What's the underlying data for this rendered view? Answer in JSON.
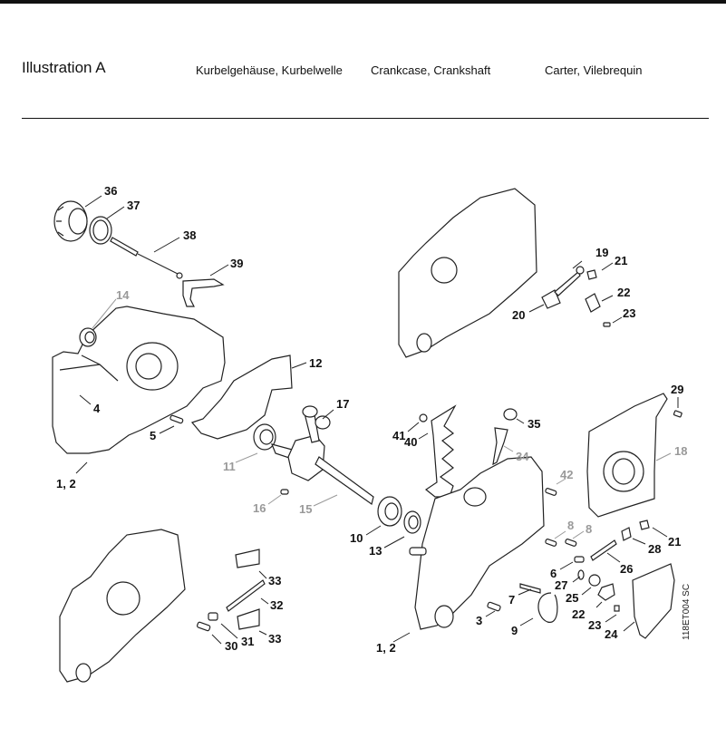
{
  "header": {
    "title": "Illustration  A",
    "german": "Kurbelgehäuse, Kurbelwelle",
    "english": "Crankcase, Crankshaft",
    "french": "Carter, Vilebrequin"
  },
  "drawing_code": "118ET004 SC",
  "callouts": [
    {
      "id": "36",
      "text": "36",
      "gray": false
    },
    {
      "id": "37",
      "text": "37",
      "gray": false
    },
    {
      "id": "38",
      "text": "38",
      "gray": false
    },
    {
      "id": "39",
      "text": "39",
      "gray": false
    },
    {
      "id": "14",
      "text": "14",
      "gray": true
    },
    {
      "id": "12",
      "text": "12",
      "gray": false
    },
    {
      "id": "4",
      "text": "4",
      "gray": false
    },
    {
      "id": "5",
      "text": "5",
      "gray": false
    },
    {
      "id": "17",
      "text": "17",
      "gray": false
    },
    {
      "id": "11",
      "text": "11",
      "gray": true
    },
    {
      "id": "1-2-left",
      "text": "1, 2",
      "gray": false
    },
    {
      "id": "16",
      "text": "16",
      "gray": true
    },
    {
      "id": "15",
      "text": "15",
      "gray": true
    },
    {
      "id": "10",
      "text": "10",
      "gray": false
    },
    {
      "id": "13",
      "text": "13",
      "gray": false
    },
    {
      "id": "41",
      "text": "41",
      "gray": false
    },
    {
      "id": "40",
      "text": "40",
      "gray": false
    },
    {
      "id": "35",
      "text": "35",
      "gray": false
    },
    {
      "id": "34",
      "text": "34",
      "gray": true
    },
    {
      "id": "42",
      "text": "42",
      "gray": true
    },
    {
      "id": "19",
      "text": "19",
      "gray": false
    },
    {
      "id": "21-top",
      "text": "21",
      "gray": false
    },
    {
      "id": "20",
      "text": "20",
      "gray": false
    },
    {
      "id": "22-top",
      "text": "22",
      "gray": false
    },
    {
      "id": "23-top",
      "text": "23",
      "gray": false
    },
    {
      "id": "29",
      "text": "29",
      "gray": false
    },
    {
      "id": "18",
      "text": "18",
      "gray": true
    },
    {
      "id": "8-a",
      "text": "8",
      "gray": true
    },
    {
      "id": "8-b",
      "text": "8",
      "gray": true
    },
    {
      "id": "21-bottom",
      "text": "21",
      "gray": false
    },
    {
      "id": "28",
      "text": "28",
      "gray": false
    },
    {
      "id": "6",
      "text": "6",
      "gray": false
    },
    {
      "id": "26",
      "text": "26",
      "gray": false
    },
    {
      "id": "27",
      "text": "27",
      "gray": false
    },
    {
      "id": "25",
      "text": "25",
      "gray": false
    },
    {
      "id": "7",
      "text": "7",
      "gray": false
    },
    {
      "id": "22-bottom",
      "text": "22",
      "gray": false
    },
    {
      "id": "23-bottom",
      "text": "23",
      "gray": false
    },
    {
      "id": "24",
      "text": "24",
      "gray": false
    },
    {
      "id": "3",
      "text": "3",
      "gray": false
    },
    {
      "id": "9",
      "text": "9",
      "gray": false
    },
    {
      "id": "1-2-right",
      "text": "1, 2",
      "gray": false
    },
    {
      "id": "33-a",
      "text": "33",
      "gray": false
    },
    {
      "id": "32",
      "text": "32",
      "gray": false
    },
    {
      "id": "33-b",
      "text": "33",
      "gray": false
    },
    {
      "id": "30",
      "text": "30",
      "gray": false
    },
    {
      "id": "31",
      "text": "31",
      "gray": false
    }
  ]
}
